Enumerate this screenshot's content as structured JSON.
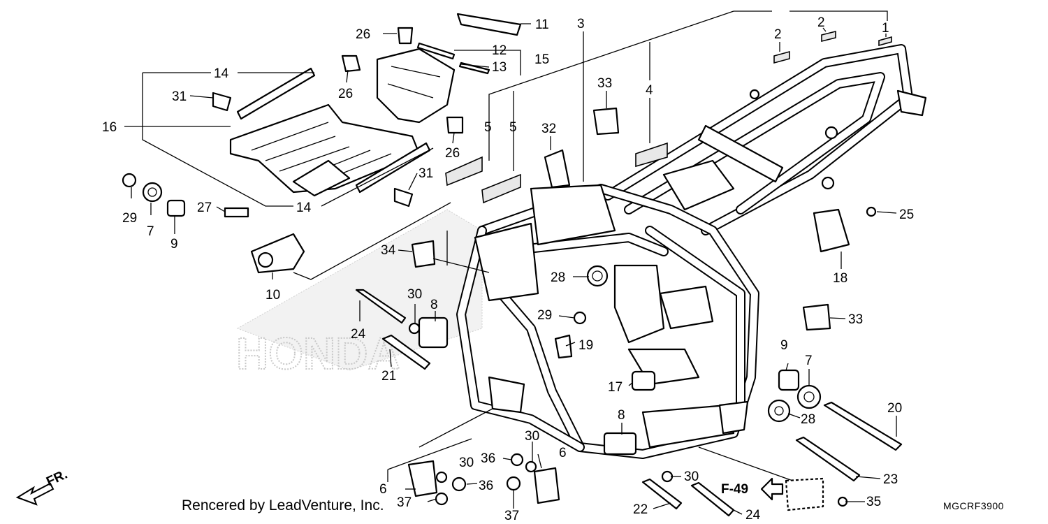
{
  "diagram": {
    "watermark": "HONDA",
    "footer": "Rencered by LeadVenture, Inc.",
    "code": "MGCRF3900",
    "front_arrow_label": "FR.",
    "ref_label": "F-49",
    "callouts": {
      "c1": "1",
      "c2a": "2",
      "c2b": "2",
      "c3": "3",
      "c4": "4",
      "c5a": "5",
      "c5b": "5",
      "c6a": "6",
      "c6b": "6",
      "c7a": "7",
      "c7b": "7",
      "c8a": "8",
      "c8b": "8",
      "c9a": "9",
      "c9b": "9",
      "c10": "10",
      "c11": "11",
      "c12": "12",
      "c13": "13",
      "c14a": "14",
      "c14b": "14",
      "c15": "15",
      "c16": "16",
      "c17": "17",
      "c18": "18",
      "c19": "19",
      "c20": "20",
      "c21": "21",
      "c22": "22",
      "c23": "23",
      "c24a": "24",
      "c24b": "24",
      "c25": "25",
      "c26a": "26",
      "c26b": "26",
      "c26c": "26",
      "c27": "27",
      "c28a": "28",
      "c28b": "28",
      "c29a": "29",
      "c29b": "29",
      "c30a": "30",
      "c30b": "30",
      "c30c": "30",
      "c30d": "30",
      "c31a": "31",
      "c31b": "31",
      "c32": "32",
      "c33a": "33",
      "c33b": "33",
      "c34": "34",
      "c35": "35",
      "c36a": "36",
      "c36b": "36",
      "c37a": "37",
      "c37b": "37"
    }
  }
}
